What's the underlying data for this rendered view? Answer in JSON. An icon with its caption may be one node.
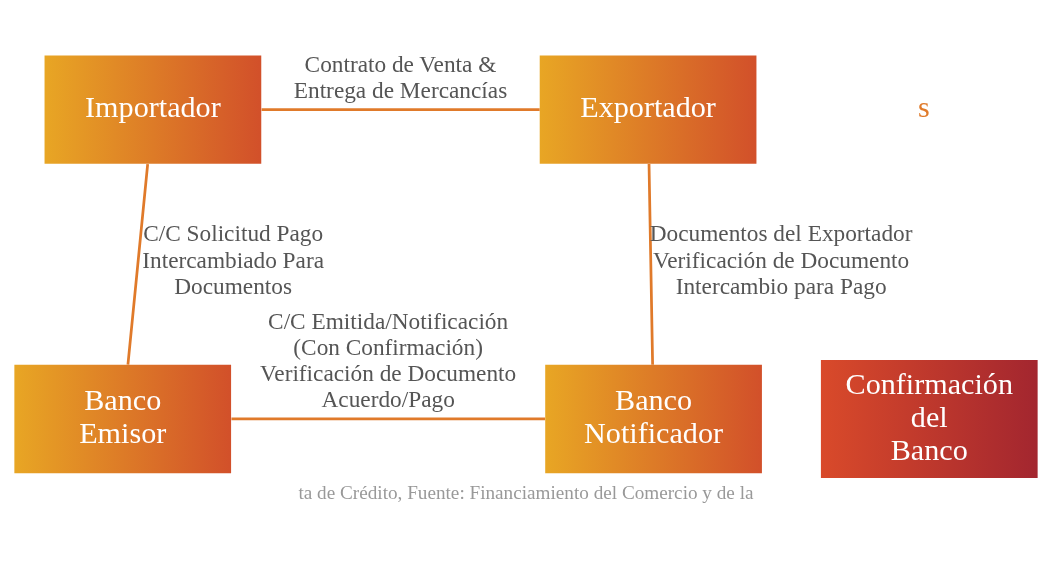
{
  "diagram": {
    "caption": "ta de Crédito, Fuente: Financiamiento del Comercio y de la",
    "nodes": [
      {
        "text": [
          "Importador"
        ]
      },
      {
        "text": [
          "Exportador"
        ]
      },
      {
        "text": [
          "Banco Emisor"
        ]
      },
      {
        "text": [
          "Banco Notificador"
        ]
      },
      {
        "text": [
          "Confirmación del Banco"
        ]
      }
    ],
    "edges": [
      {
        "from": 0,
        "to": 1,
        "arrow": "none",
        "label": "Contrato de Venta & Entrega de Mercancías"
      },
      {
        "from": 0,
        "to": 2,
        "arrow": "none",
        "label": "C/C Solicitud Pago Intercambiado Para Documentos"
      },
      {
        "from": 1,
        "to": 3,
        "arrow": "none",
        "label": "Documentos del Exportador Verificación de Documento Intercambio para Pago"
      },
      {
        "from": 2,
        "to": 3,
        "arrow": "none",
        "label": "C/C Emitida/Notificación (Con Confirmación) Verificación de Documento Acuerdo/Pago"
      }
    ],
    "labels": [
      "s"
    ]
  }
}
